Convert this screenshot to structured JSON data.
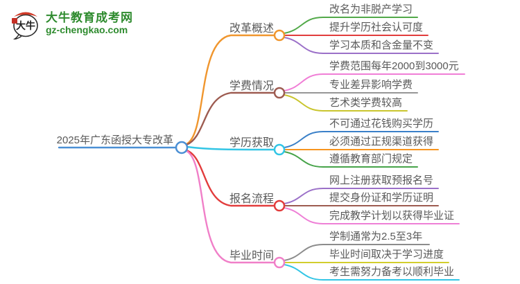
{
  "logo": {
    "icon_text": "大牛",
    "title": "大牛教育成考网",
    "subtitle": "gz-chengkao.com",
    "brand_green": "#2e8b2e",
    "accent_red": "#d03a28",
    "seal_red": "#c53026",
    "ink_black": "#1f1f1f"
  },
  "root": {
    "label": "2025年广东函授大专改革",
    "color": "#4a8fd4"
  },
  "branches": [
    {
      "label": "改革概述",
      "color": "#f0962e",
      "children": [
        {
          "label": "改名为非脱产学习",
          "color": "#52a949"
        },
        {
          "label": "提升学历社会认可度",
          "color": "#e23c3c"
        },
        {
          "label": "学习本质和含金量不变",
          "color": "#9b70c8"
        }
      ]
    },
    {
      "label": "学费情况",
      "color": "#9d5b50",
      "children": [
        {
          "label": "学费范围每年2000到3000元",
          "color": "#f07ed6"
        },
        {
          "label": "专业差异影响学费",
          "color": "#969696"
        },
        {
          "label": "艺术类学费较高",
          "color": "#c9c52d"
        }
      ]
    },
    {
      "label": "学历获取",
      "color": "#32c5e5",
      "children": [
        {
          "label": "不可通过花钱购买学历",
          "color": "#3a80c8"
        },
        {
          "label": "必须通过正规渠道获得",
          "color": "#f7941e"
        },
        {
          "label": "遵循教育部门规定",
          "color": "#46a349"
        }
      ]
    },
    {
      "label": "报名流程",
      "color": "#e23c3c",
      "children": [
        {
          "label": "网上注册获取预报名号",
          "color": "#9b70c8"
        },
        {
          "label": "提交身份证和学历证明",
          "color": "#9d5b50"
        },
        {
          "label": "完成教学计划以获得毕业证",
          "color": "#ee7fd6"
        }
      ]
    },
    {
      "label": "毕业时间",
      "color": "#f07fc8",
      "children": [
        {
          "label": "学制通常为2.5至3年",
          "color": "#8c8c8c"
        },
        {
          "label": "毕业时间取决于学习进度",
          "color": "#d2ce2d"
        },
        {
          "label": "考生需努力备考以顺利毕业",
          "color": "#32c5e5"
        }
      ]
    }
  ]
}
